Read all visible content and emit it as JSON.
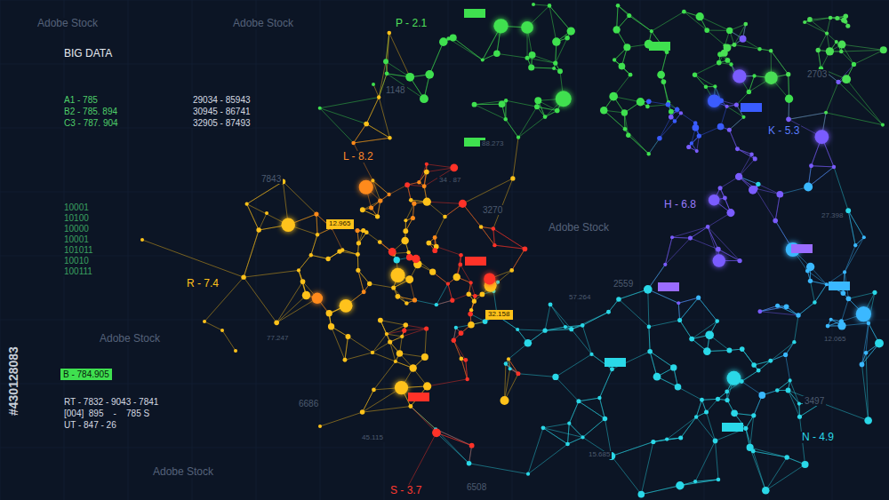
{
  "diagram": {
    "title": "BIG DATA",
    "nodes": [
      {
        "text": [
          "B - 784.905"
        ]
      },
      {
        "text": [
          "12.965"
        ]
      },
      {
        "text": [
          "32.158"
        ]
      }
    ],
    "labels": [
      "A1 - 785",
      "B2 - 785. 894",
      "C3 - 787. 904",
      "29034 - 85943",
      "30945 - 86741",
      "32905 - 87493",
      "10001",
      "10100",
      "10000",
      "10001",
      "101011",
      "10010",
      "100111",
      "RT - 7832 - 9043 - 7841",
      "[004]  895    -    785 S",
      "UT - 847 - 26",
      "P - 2.1",
      "L - 8.2",
      "R - 7.4",
      "K - 5.3",
      "H - 6.8",
      "N - 4.9",
      "S - 3.7",
      "1148",
      "2703",
      "7843",
      "3270",
      "88.273",
      "34 . 87",
      "27.398",
      "57.264",
      "2559",
      "77.247",
      "12.065",
      "6686",
      "45.115",
      "3497",
      "6508",
      "15.685",
      "#430128083",
      "Adobe Stock",
      "Adobe Stock",
      "Adobe Stock",
      "Adobe Stock",
      "Adobe Stock"
    ]
  }
}
